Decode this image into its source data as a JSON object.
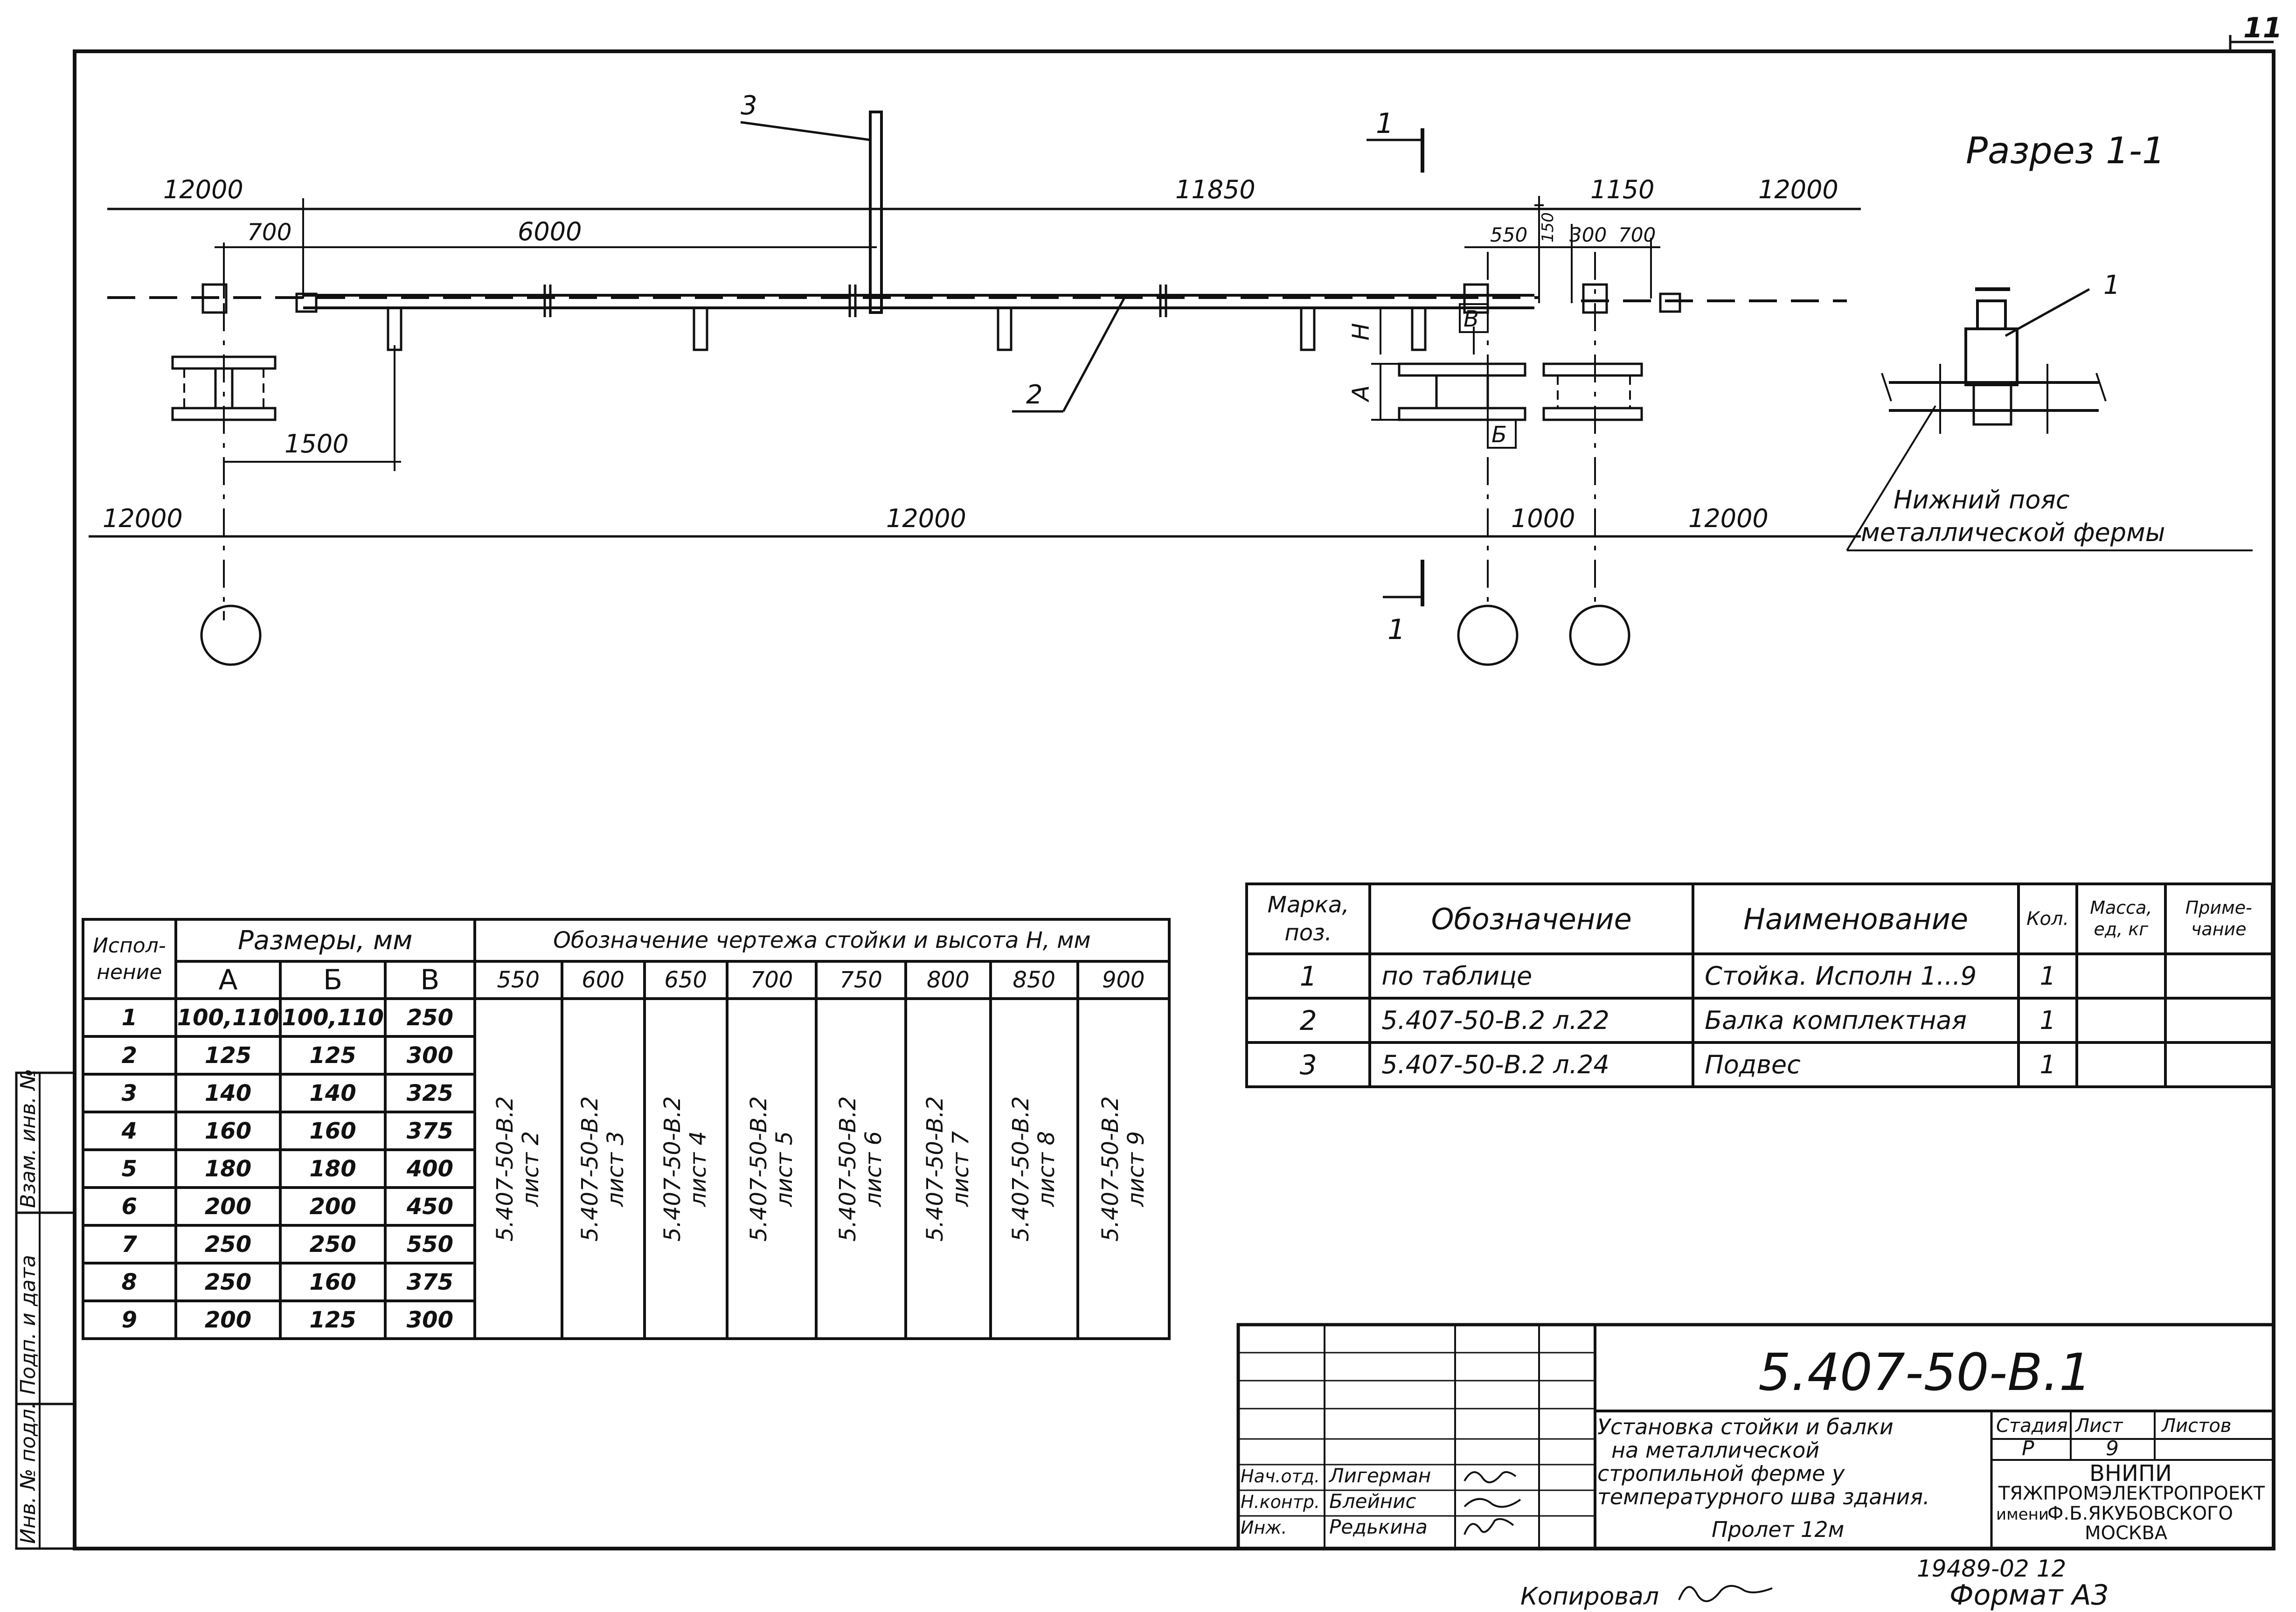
{
  "sheet_number": "11",
  "section_label": "Разрез 1-1",
  "section_marker": "1",
  "dimensions": {
    "top_left": "12000",
    "offset_700_left": "700",
    "span_6000": "6000",
    "span_11850": "11850",
    "right_1150": "1150",
    "top_right": "12000",
    "d550": "550",
    "d150": "150",
    "d300": "300",
    "d700_right": "700",
    "d1500": "1500",
    "bottom_left": "12000",
    "bottom_center": "12000",
    "d1000": "1000",
    "bottom_right": "12000",
    "dim_H": "H",
    "dim_A": "A",
    "dim_B": "Б",
    "dim_V": "В"
  },
  "callouts": {
    "pos3": "3",
    "pos2": "2",
    "pos1": "1"
  },
  "section_note": {
    "line1": "Нижний пояс",
    "line2": "металлической фермы"
  },
  "sizes_table": {
    "header_variant_1": "Испол-",
    "header_variant_2": "нение",
    "header_sizes": "Размеры, мм",
    "header_drawing": "Обозначение чертежа стойки и высота Н, мм",
    "cols_abv": [
      "А",
      "Б",
      "В"
    ],
    "heights": [
      "550",
      "600",
      "650",
      "700",
      "750",
      "800",
      "850",
      "900"
    ],
    "rows": [
      [
        "1",
        "100,110",
        "100,110",
        "250"
      ],
      [
        "2",
        "125",
        "125",
        "300"
      ],
      [
        "3",
        "140",
        "140",
        "325"
      ],
      [
        "4",
        "160",
        "160",
        "375"
      ],
      [
        "5",
        "180",
        "180",
        "400"
      ],
      [
        "6",
        "200",
        "200",
        "450"
      ],
      [
        "7",
        "250",
        "250",
        "550"
      ],
      [
        "8",
        "250",
        "160",
        "375"
      ],
      [
        "9",
        "200",
        "125",
        "300"
      ]
    ],
    "drawings": [
      [
        "5.407-50-В.2",
        "лист 2"
      ],
      [
        "5.407-50-В.2",
        "лист 3"
      ],
      [
        "5.407-50-В.2",
        "лист 4"
      ],
      [
        "5.407-50-В.2",
        "лист 5"
      ],
      [
        "5.407-50-В.2",
        "лист 6"
      ],
      [
        "5.407-50-В.2",
        "лист 7"
      ],
      [
        "5.407-50-В.2",
        "лист 8"
      ],
      [
        "5.407-50-В.2",
        "лист 9"
      ]
    ]
  },
  "spec_table": {
    "headers": {
      "mark_1": "Марка,",
      "mark_2": "поз.",
      "designation": "Обозначение",
      "name": "Наименование",
      "qty": "Кол.",
      "mass_1": "Масса,",
      "mass_2": "ед, кг",
      "note_1": "Приме-",
      "note_2": "чание"
    },
    "rows": [
      {
        "pos": "1",
        "designation": "по таблице",
        "name": "Стойка. Исполн 1...9",
        "qty": "1"
      },
      {
        "pos": "2",
        "designation": "5.407-50-В.2 л.22",
        "name": "Балка комплектная",
        "qty": "1"
      },
      {
        "pos": "3",
        "designation": "5.407-50-В.2 л.24",
        "name": "Подвес",
        "qty": "1"
      }
    ]
  },
  "side_stamp": [
    "Взам. инв. №",
    "Подп. и дата",
    "Инв. № подл."
  ],
  "title_block": {
    "doc_number": "5.407-50-В.1",
    "title_lines": [
      "Установка стойки и балки",
      "на металлической",
      "стропильной ферме у",
      "температурного шва здания.",
      "Пролет 12м"
    ],
    "stage_label": "Стадия",
    "sheet_label": "Лист",
    "sheets_label": "Листов",
    "stage": "Р",
    "sheet": "9",
    "org_1": "ВНИПИ",
    "org_2": "ТЯЖПРОМЭЛЕКТРОПРОЕКТ",
    "org_3a": "имени",
    "org_3b": "Ф.Б.ЯКУБОВСКОГО",
    "org_4": "МОСКВА",
    "roles": [
      "Нач.отд.",
      "Н.контр.",
      "Инж."
    ],
    "names": [
      "Лигерман",
      "Блейнис",
      "Редькина"
    ]
  },
  "footer": {
    "copied": "Копировал",
    "order": "19489-02 12",
    "format": "Формат А3"
  }
}
